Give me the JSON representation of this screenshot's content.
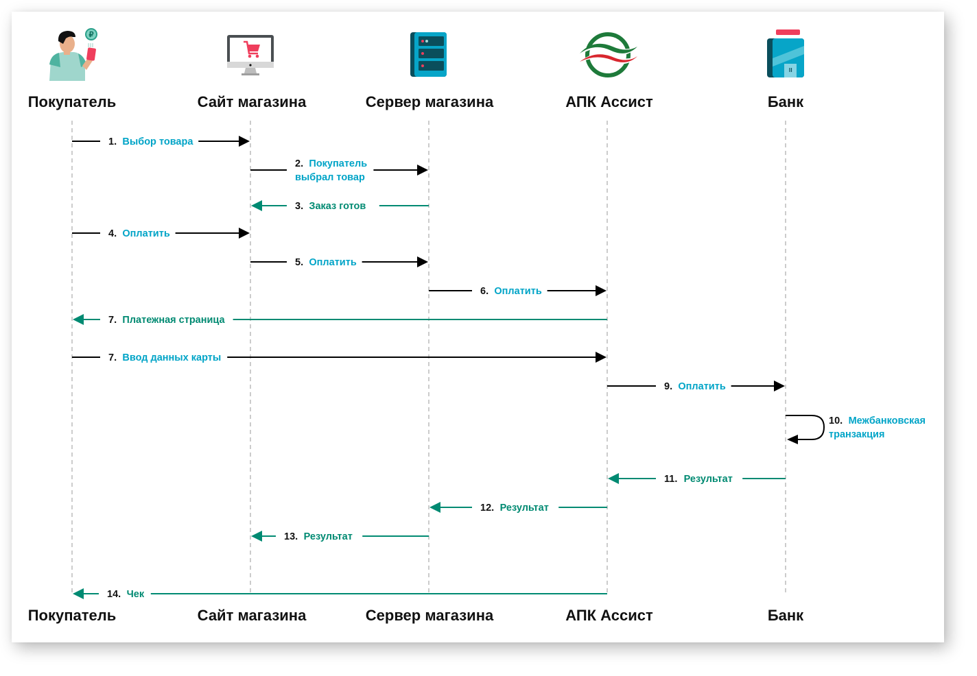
{
  "colors": {
    "request_arrow": "#000000",
    "response_arrow": "#008a72",
    "request_label": "#00a4c7",
    "response_label": "#008a72",
    "lifeline": "#b0b0b0",
    "number": "#111111"
  },
  "actors": [
    {
      "id": "buyer",
      "label": "Покупатель",
      "icon": "person-with-phone-icon"
    },
    {
      "id": "site",
      "label": "Сайт магазина",
      "icon": "monitor-shopping-cart-icon"
    },
    {
      "id": "server",
      "label": "Сервер магазина",
      "icon": "server-rack-icon"
    },
    {
      "id": "assist",
      "label": "АПК Ассист",
      "icon": "assist-logo-icon"
    },
    {
      "id": "bank",
      "label": "Банк",
      "icon": "bank-building-icon"
    }
  ],
  "messages": [
    {
      "num": "1.",
      "lines": [
        "Выбор товара"
      ],
      "from": "buyer",
      "to": "site",
      "kind": "request"
    },
    {
      "num": "2.",
      "lines": [
        "Покупатель",
        "выбрал товар"
      ],
      "from": "site",
      "to": "server",
      "kind": "request"
    },
    {
      "num": "3.",
      "lines": [
        "Заказ готов"
      ],
      "from": "server",
      "to": "site",
      "kind": "response"
    },
    {
      "num": "4.",
      "lines": [
        "Оплатить"
      ],
      "from": "buyer",
      "to": "site",
      "kind": "request"
    },
    {
      "num": "5.",
      "lines": [
        "Оплатить"
      ],
      "from": "site",
      "to": "server",
      "kind": "request"
    },
    {
      "num": "6.",
      "lines": [
        "Оплатить"
      ],
      "from": "server",
      "to": "assist",
      "kind": "request"
    },
    {
      "num": "7.",
      "lines": [
        "Платежная страница"
      ],
      "from": "assist",
      "to": "buyer",
      "kind": "response"
    },
    {
      "num": "7.",
      "lines": [
        "Ввод данных карты"
      ],
      "from": "buyer",
      "to": "assist",
      "kind": "request"
    },
    {
      "num": "9.",
      "lines": [
        "Оплатить"
      ],
      "from": "assist",
      "to": "bank",
      "kind": "request"
    },
    {
      "num": "10.",
      "lines": [
        "Межбанковская",
        "транзакция"
      ],
      "from": "bank",
      "to": "bank",
      "kind": "self"
    },
    {
      "num": "11.",
      "lines": [
        "Результат"
      ],
      "from": "bank",
      "to": "assist",
      "kind": "response"
    },
    {
      "num": "12.",
      "lines": [
        "Результат"
      ],
      "from": "assist",
      "to": "server",
      "kind": "response"
    },
    {
      "num": "13.",
      "lines": [
        "Результат"
      ],
      "from": "server",
      "to": "site",
      "kind": "response"
    },
    {
      "num": "14.",
      "lines": [
        "Чек"
      ],
      "from": "assist",
      "to": "buyer",
      "kind": "response"
    }
  ]
}
